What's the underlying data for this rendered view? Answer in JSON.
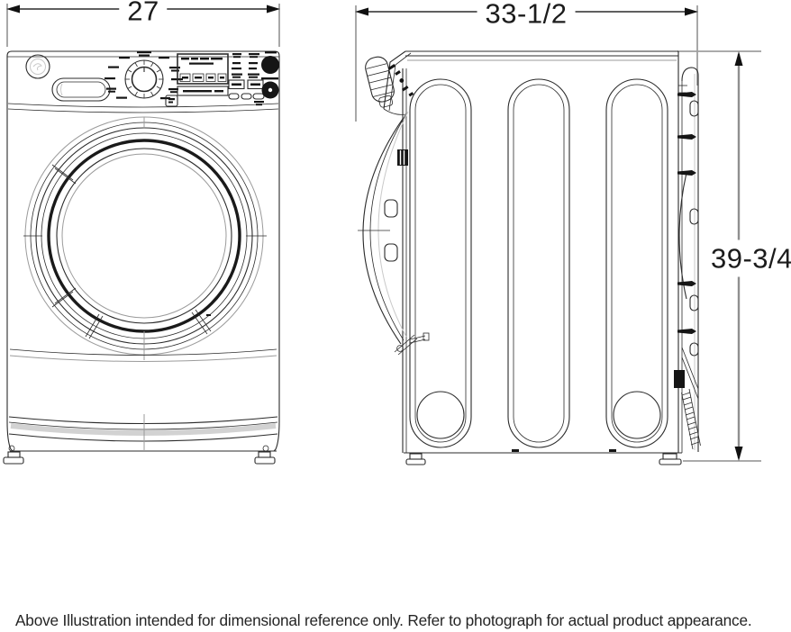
{
  "diagram": {
    "dimensions": {
      "width_label": "27",
      "depth_label": "33-1/2",
      "height_label": "39-3/4"
    },
    "caption": "Above Illustration intended for dimensional reference only. Refer to photograph for actual product appearance.",
    "colors": {
      "background": "#ffffff",
      "line": "#2b2b2b",
      "dimension_line": "#8f8f8f",
      "extension_line": "#9f9f9f",
      "arrow": "#111111",
      "text": "#1c1c1c"
    }
  }
}
